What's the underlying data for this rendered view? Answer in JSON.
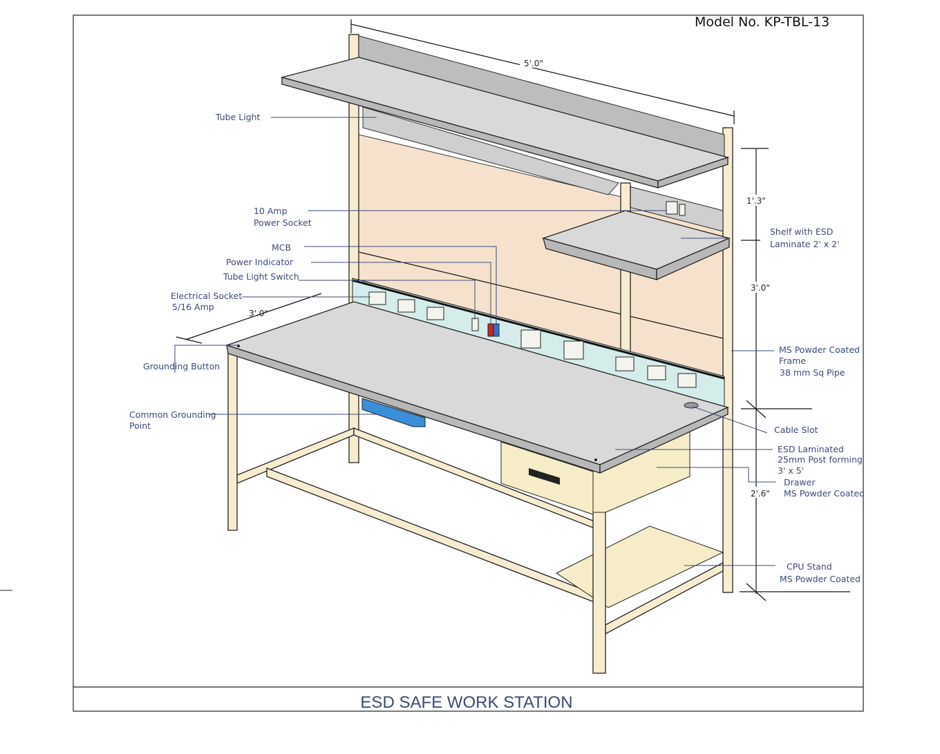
{
  "model_number": "Model No. KP-TBL-13",
  "title": "ESD SAFE WORK STATION",
  "dimensions": {
    "width_top": "5'.0\"",
    "depth": "3'.0\"",
    "shelf_gap": "1'.3\"",
    "upper_height": "3'.0\"",
    "desk_height": "2'.6\""
  },
  "labels": {
    "tube_light": "Tube Light",
    "power_socket_1": "10 Amp",
    "power_socket_2": "Power Socket",
    "mcb": "MCB",
    "power_indicator": "Power Indicator",
    "tube_light_switch": "Tube Light Switch",
    "electrical_socket_1": "Electrical Socket",
    "electrical_socket_2": "5/16 Amp",
    "grounding_button": "Grounding Button",
    "common_grounding_1": "Common Grounding",
    "common_grounding_2": "Point",
    "shelf_1": "Shelf with ESD",
    "shelf_2": "Laminate 2' x 2'",
    "frame_1": "MS Powder Coated",
    "frame_2": "Frame",
    "frame_3": "38 mm Sq Pipe",
    "cable_slot": "Cable Slot",
    "top_1": "ESD Laminated",
    "top_2": "25mm Post forming",
    "top_3": "3' x 5'",
    "drawer_1": "Drawer",
    "drawer_2": "MS Powder Coated",
    "cpu_1": "CPU Stand",
    "cpu_2": "MS Powder Coated"
  },
  "colors": {
    "label": "#3c4a78",
    "frame": "#f8ecd0",
    "panel": "#f6e2cc",
    "top": "#d9d9d9",
    "strip": "#d4ecea",
    "grounding_box": "#3a8fd8"
  }
}
